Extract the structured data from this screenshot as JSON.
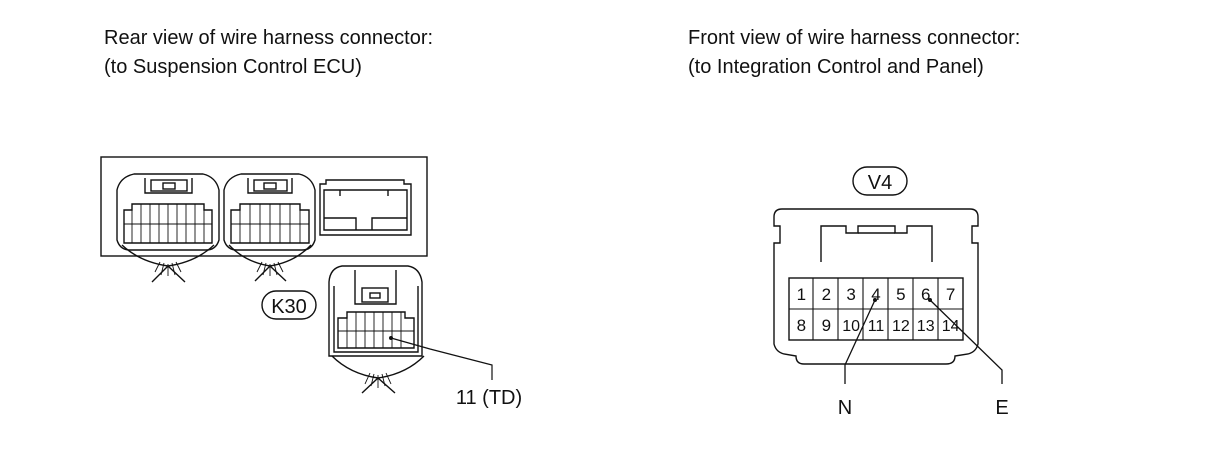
{
  "left_caption": {
    "line1": "Rear view of wire harness connector:",
    "line2": "(to Suspension Control ECU)"
  },
  "right_caption": {
    "line1": "Front view of wire harness connector:",
    "line2": "(to Integration Control and Panel)"
  },
  "left_connector": {
    "id": "K30",
    "terminal_label": "11 (TD)"
  },
  "right_connector": {
    "id": "V4",
    "pins_top": [
      "1",
      "2",
      "3",
      "4",
      "5",
      "6",
      "7"
    ],
    "pins_bottom": [
      "8",
      "9",
      "10",
      "11",
      "12",
      "13",
      "14"
    ],
    "callout_n": "N",
    "callout_e": "E"
  },
  "colors": {
    "line": "#111111",
    "background": "#ffffff"
  }
}
